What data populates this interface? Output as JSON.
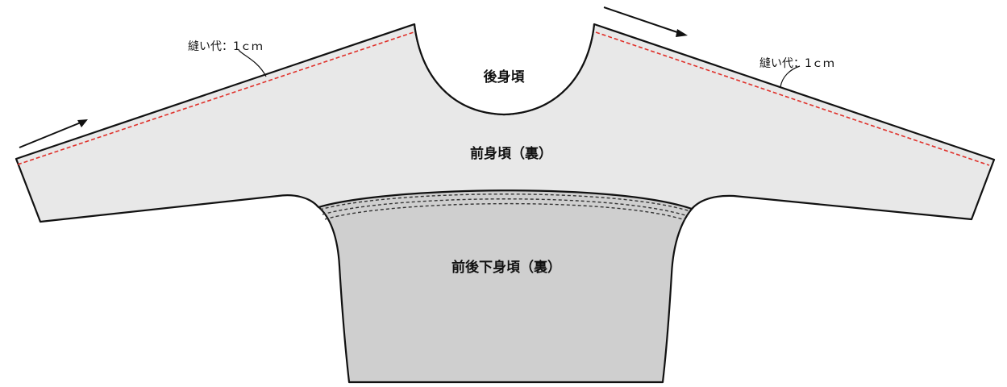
{
  "labels": {
    "back_bodice": "後身頃",
    "front_bodice": "前身頃（裏）",
    "lower_bodice": "前後下身頃（裏）",
    "seam_allowance_left": "縫い代：1ｃｍ",
    "seam_allowance_right": "縫い代：1ｃｍ"
  },
  "colors": {
    "upper_fabric": "#e8e8e8",
    "lower_fabric": "#cfcfcf",
    "outline": "#111111",
    "seam_line": "#e0302a",
    "stitch_line": "#333333"
  }
}
